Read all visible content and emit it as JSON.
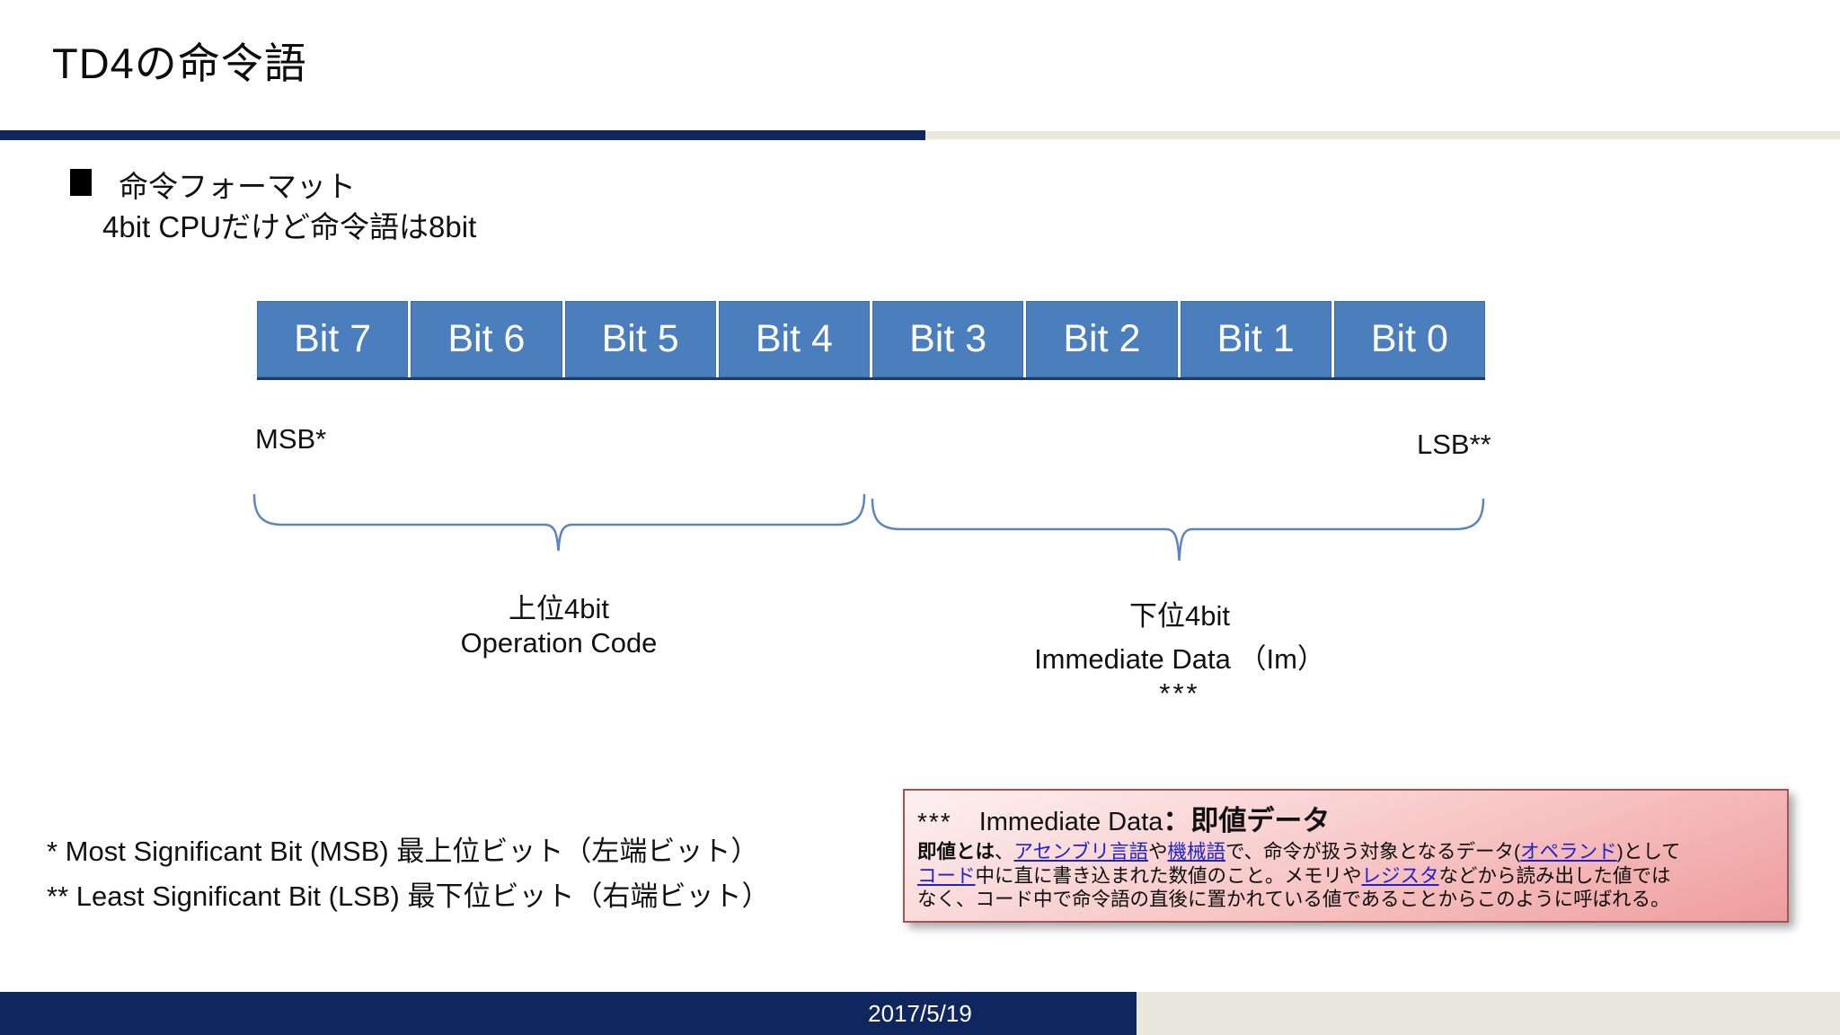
{
  "slide": {
    "title": "TD4の命令語",
    "date": "2017/5/19"
  },
  "heading": {
    "label": "命令フォーマット",
    "subtitle": "4bit CPUだけど命令語は8bit"
  },
  "bit_row": {
    "cells": [
      "Bit 7",
      "Bit 6",
      "Bit 5",
      "Bit 4",
      "Bit 3",
      "Bit 2",
      "Bit 1",
      "Bit 0"
    ]
  },
  "labels": {
    "msb": "MSB*",
    "lsb": "LSB**",
    "upper_title": "上位4bit",
    "upper_sub": "Operation Code",
    "lower_title": "下位4bit",
    "lower_sub": "Immediate Data （Im）",
    "lower_note": "***"
  },
  "footnotes": [
    "*   Most Significant Bit (MSB)  最上位ビット（左端ビット）",
    "**   Least Significant Bit (LSB)  最下位ビット（右端ビット）"
  ],
  "note_box": {
    "stars": "***",
    "title_en": "Immediate Data",
    "title_ja": "：即値データ",
    "body_lines": [
      [
        {
          "t": "即値とは",
          "b": 1
        },
        {
          "t": "、"
        },
        {
          "t": "アセンブリ言語",
          "l": 1
        },
        {
          "t": "や"
        },
        {
          "t": "機械語",
          "l": 1
        },
        {
          "t": "で、命令が扱う対象となるデータ("
        },
        {
          "t": "オペランド",
          "l": 1
        },
        {
          "t": ")として"
        }
      ],
      [
        {
          "t": "コード",
          "l": 1
        },
        {
          "t": "中に直に書き込まれた数値のこと。メモリや"
        },
        {
          "t": "レジスタ",
          "l": 1
        },
        {
          "t": "などから読み出した値では"
        }
      ],
      [
        {
          "t": "なく、コード中で命令語の直後に置かれている値であることからこのように呼ばれる。"
        }
      ]
    ]
  },
  "colors": {
    "navy": "#10265f",
    "beige": "#eae8dd",
    "bit_box_blue": "#4a7ebd",
    "brace_blue": "#5b84c4",
    "note_border": "#a25556",
    "note_bg_light": "#fdf1f1",
    "note_bg_dark": "#ee9d9d",
    "link_blue": "#2020cc"
  }
}
